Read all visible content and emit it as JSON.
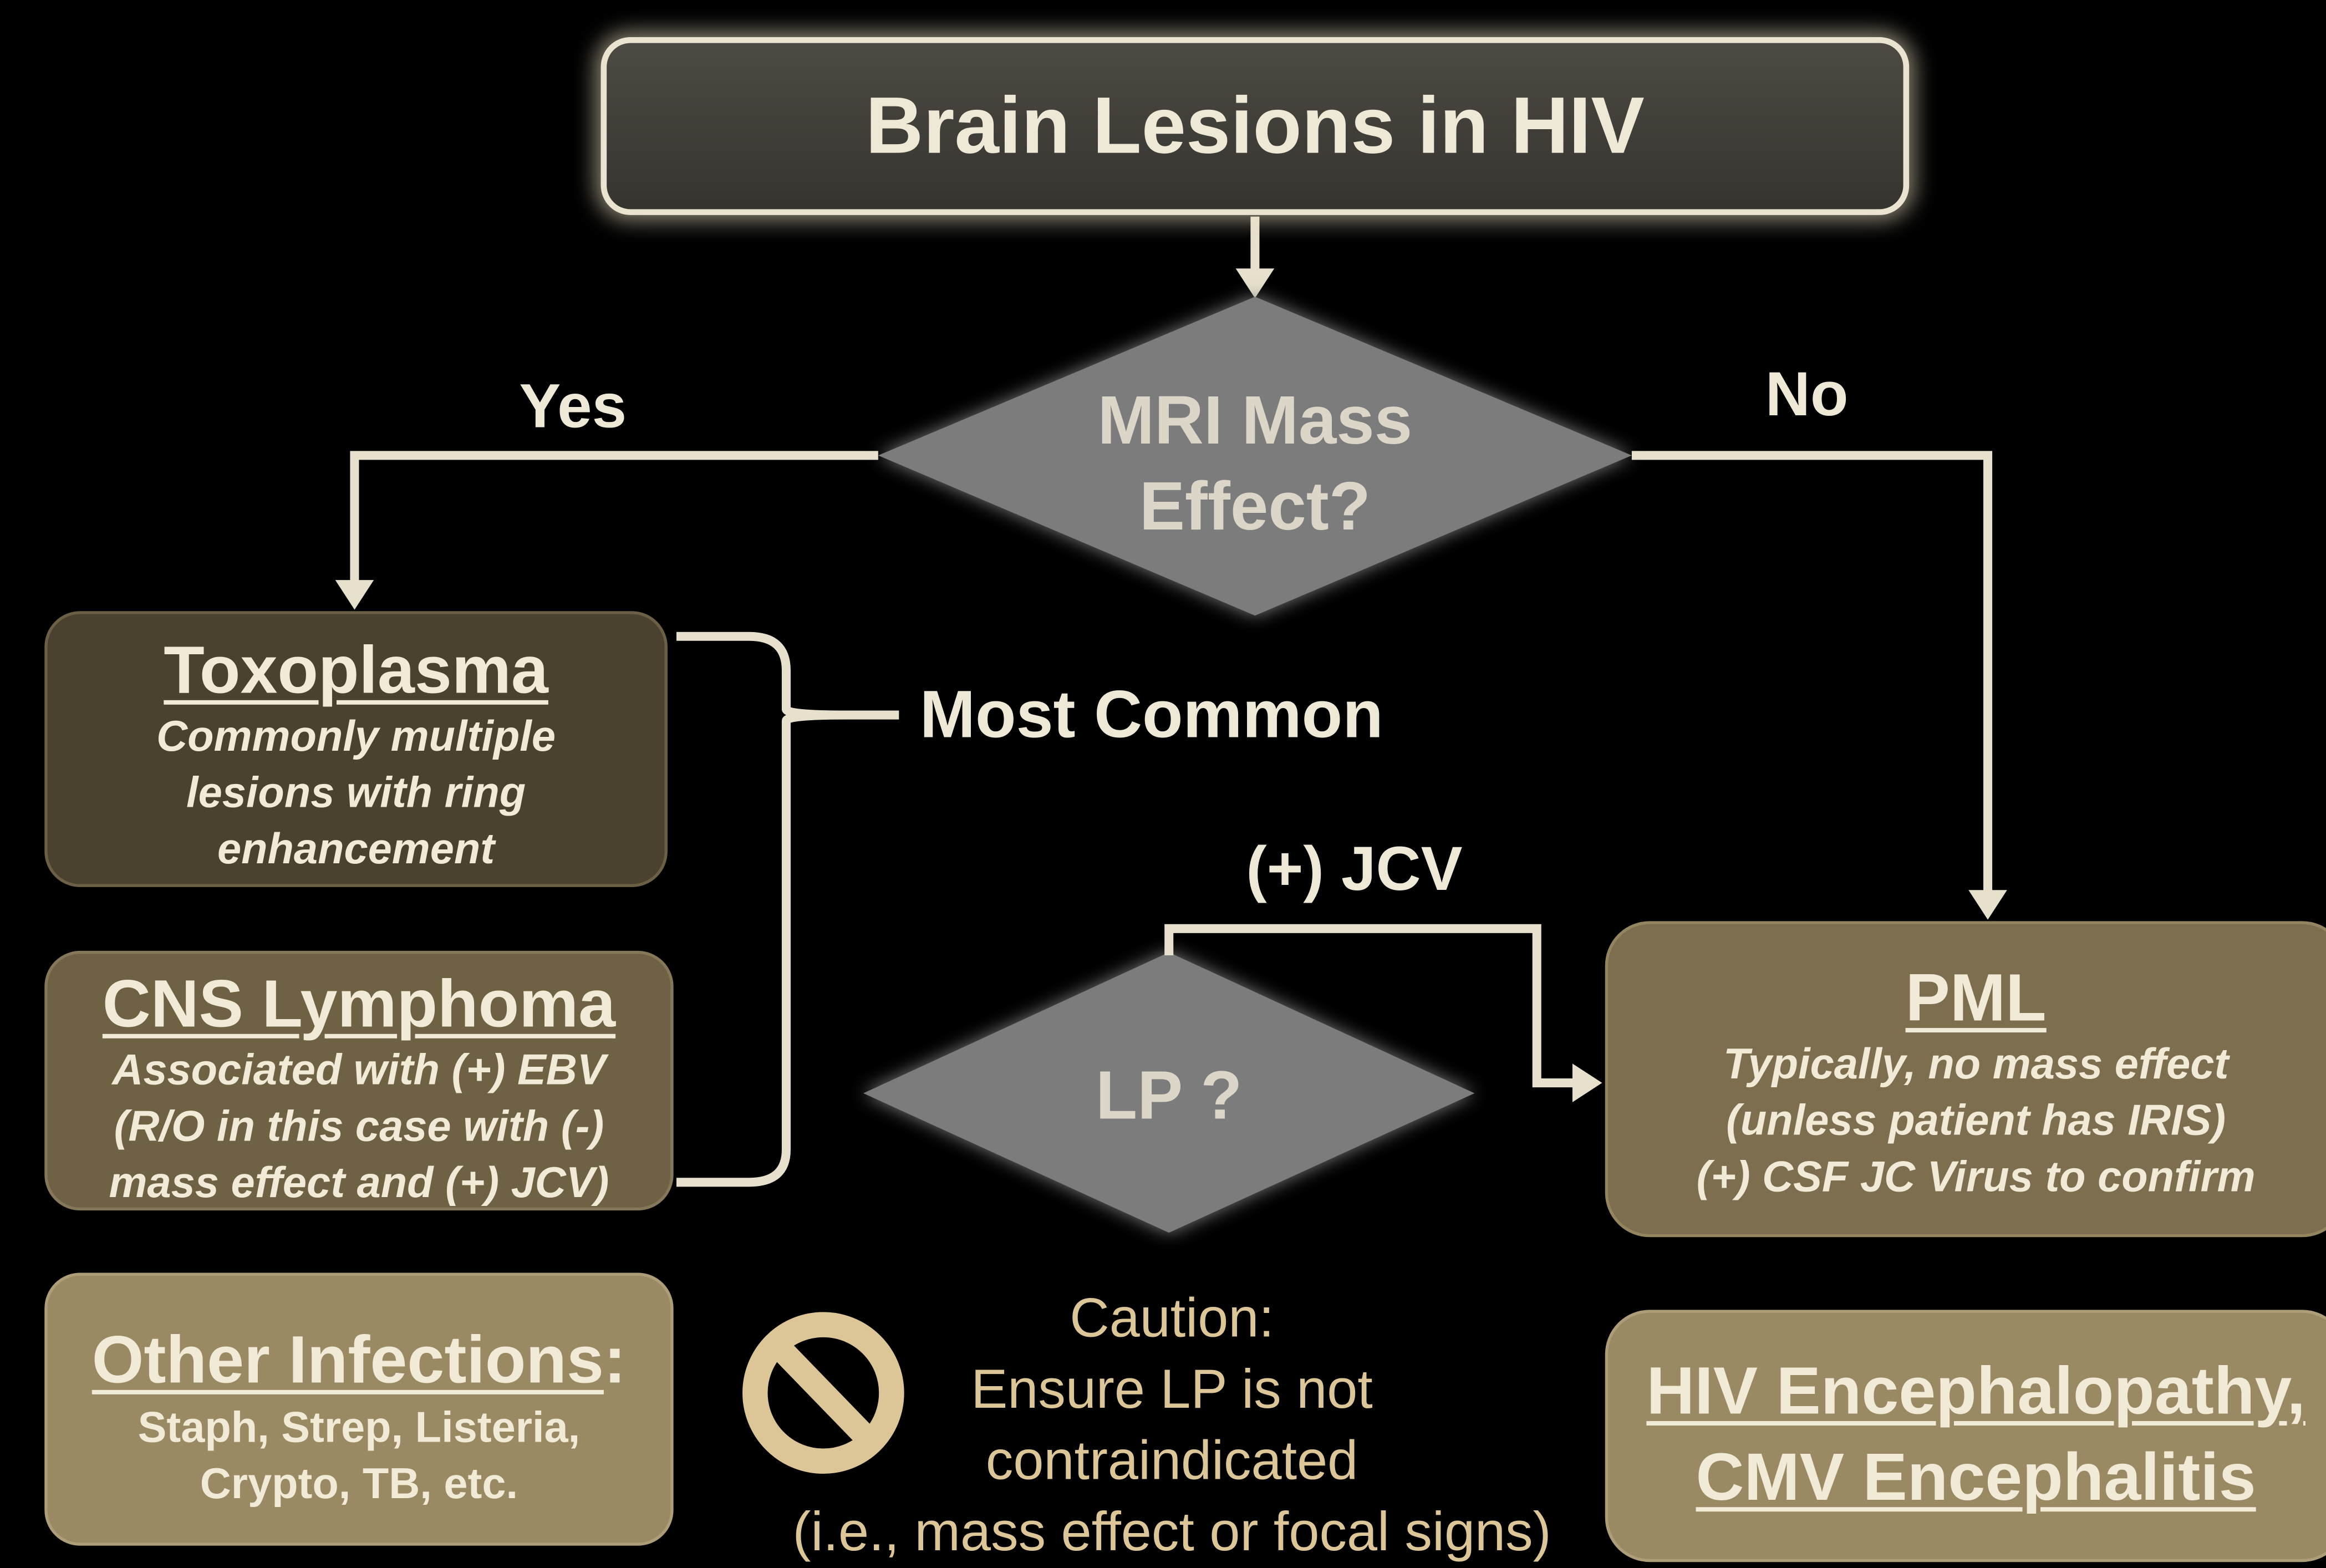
{
  "title": "Brain Lesions in HIV",
  "decision_mri": {
    "line1": "MRI Mass",
    "line2": "Effect?"
  },
  "branch_yes": "Yes",
  "branch_no": "No",
  "most_common": "Most Common",
  "jcv_label": "(+) JCV",
  "decision_lp": "LP ?",
  "toxoplasma": {
    "heading": "Toxoplasma",
    "lines": [
      "Commonly multiple",
      "lesions with ring",
      "enhancement"
    ]
  },
  "cns_lymphoma": {
    "heading": "CNS Lymphoma",
    "lines": [
      "Associated with (+) EBV",
      "(R/O in this case with (-)",
      "mass effect and (+) JCV)"
    ]
  },
  "other_infections": {
    "heading": "Other Infections",
    "colon": ":",
    "lines": [
      "Staph, Strep, Listeria,",
      "Crypto, TB, etc."
    ]
  },
  "pml": {
    "heading": "PML",
    "lines": [
      "Typically, no mass effect",
      "(unless patient has IRIS)",
      "(+) CSF JC Virus to confirm"
    ]
  },
  "hiv_encephalopathy": {
    "line1": "HIV Encephalopathy,",
    "line2": "CMV Encephalitis"
  },
  "caution": {
    "lines": [
      "Caution:",
      "Ensure LP is not",
      "contraindicated",
      "(i.e., mass effect or focal signs)"
    ]
  },
  "icons": {
    "prohibited": "no-entry-icon"
  },
  "colors": {
    "background": "#000000",
    "line": "#e6e0cc",
    "diamond": "#7b7b7b",
    "caution_text": "#dcc596"
  }
}
